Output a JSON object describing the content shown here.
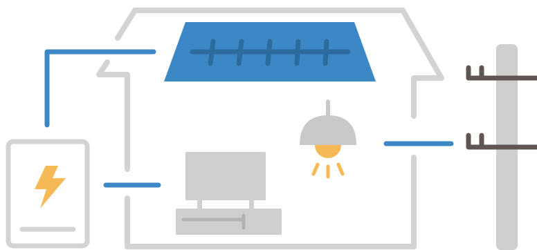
{
  "diagram": {
    "kind": "solar-home-energy-system",
    "colors": {
      "outline": "#d3d3d3",
      "wire": "#3c87c6",
      "solar_panel": "#3c87c6",
      "solar_grid_lines": "#2c6b9e",
      "appliance": "#cfcfcf",
      "lamp_shade": "#c9c9c9",
      "bulb": "#f7b955",
      "lightning": "#f7b955",
      "pole": "#cfcfcf",
      "pole_insulators": "#5f5553"
    },
    "components": [
      {
        "id": "battery",
        "icon": "battery-lightning-icon"
      },
      {
        "id": "solar-panel",
        "icon": "solar-panel-icon"
      },
      {
        "id": "house",
        "icon": "house-outline-icon"
      },
      {
        "id": "computer",
        "icon": "desktop-computer-icon"
      },
      {
        "id": "ceiling-lamp",
        "icon": "ceiling-lamp-icon"
      },
      {
        "id": "utility-pole",
        "icon": "utility-pole-icon"
      }
    ],
    "connections": [
      {
        "from": "solar-panel",
        "to": "battery"
      },
      {
        "from": "battery",
        "to": "house"
      },
      {
        "from": "house",
        "to": "utility-pole"
      }
    ]
  }
}
